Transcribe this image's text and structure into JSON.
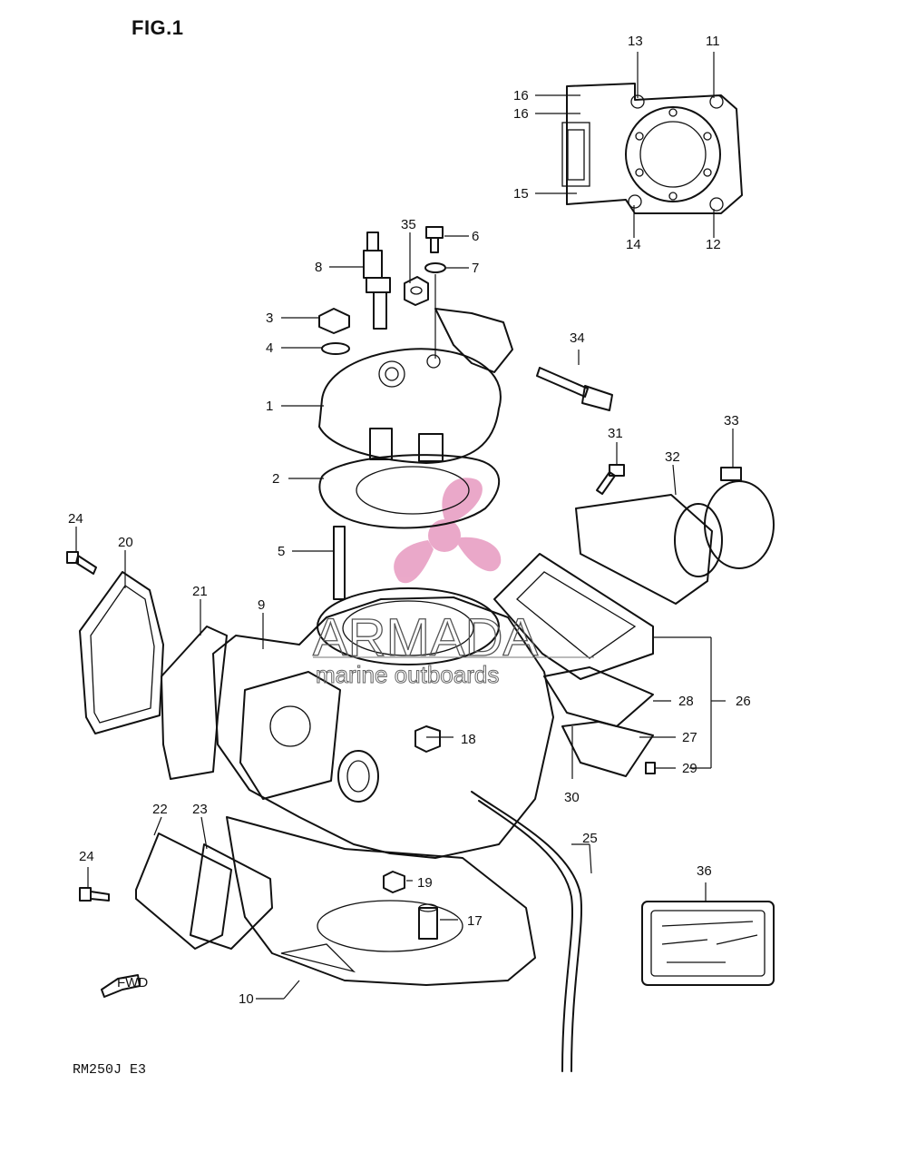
{
  "figure": {
    "title": "FIG.1",
    "model_code": "RM250J  E3",
    "fwd_marker": "FWD"
  },
  "watermark": {
    "brand": "ARMADA",
    "tagline": "marine outboards",
    "logo_color": "#e79ac0"
  },
  "callouts": [
    {
      "id": "c1",
      "text": "1"
    },
    {
      "id": "c2",
      "text": "2"
    },
    {
      "id": "c3",
      "text": "3"
    },
    {
      "id": "c4",
      "text": "4"
    },
    {
      "id": "c5",
      "text": "5"
    },
    {
      "id": "c6",
      "text": "6"
    },
    {
      "id": "c7",
      "text": "7"
    },
    {
      "id": "c8",
      "text": "8"
    },
    {
      "id": "c9",
      "text": "9"
    },
    {
      "id": "c10",
      "text": "10"
    },
    {
      "id": "c11",
      "text": "11"
    },
    {
      "id": "c12",
      "text": "12"
    },
    {
      "id": "c13",
      "text": "13"
    },
    {
      "id": "c14",
      "text": "14"
    },
    {
      "id": "c15",
      "text": "15"
    },
    {
      "id": "c16a",
      "text": "16"
    },
    {
      "id": "c16b",
      "text": "16"
    },
    {
      "id": "c17",
      "text": "17"
    },
    {
      "id": "c18",
      "text": "18"
    },
    {
      "id": "c19",
      "text": "19"
    },
    {
      "id": "c20",
      "text": "20"
    },
    {
      "id": "c21",
      "text": "21"
    },
    {
      "id": "c22",
      "text": "22"
    },
    {
      "id": "c23",
      "text": "23"
    },
    {
      "id": "c24a",
      "text": "24"
    },
    {
      "id": "c24b",
      "text": "24"
    },
    {
      "id": "c25",
      "text": "25"
    },
    {
      "id": "c26",
      "text": "26"
    },
    {
      "id": "c27",
      "text": "27"
    },
    {
      "id": "c28",
      "text": "28"
    },
    {
      "id": "c29",
      "text": "29"
    },
    {
      "id": "c30",
      "text": "30"
    },
    {
      "id": "c31",
      "text": "31"
    },
    {
      "id": "c32",
      "text": "32"
    },
    {
      "id": "c33",
      "text": "33"
    },
    {
      "id": "c34",
      "text": "34"
    },
    {
      "id": "c35",
      "text": "35"
    },
    {
      "id": "c36",
      "text": "36"
    }
  ]
}
